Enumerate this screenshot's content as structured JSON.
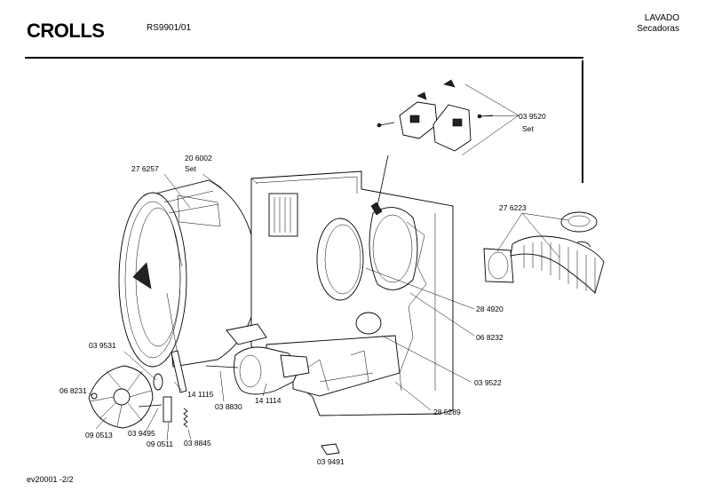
{
  "header": {
    "brand": "CROLLS",
    "model": "RS9901/01",
    "category_line1": "LAVADO",
    "category_line2": "Secadoras"
  },
  "footer": {
    "code": "ev20001  -2/2"
  },
  "labels": {
    "p039520": "03 9520",
    "p039520_set": "Set",
    "p276257": "27 6257",
    "p206002": "20 6002",
    "p206002_set": "Set",
    "p276223": "27 6223",
    "p284920": "28 4920",
    "p068232": "06 8232",
    "p039522": "03 9522",
    "p285289": "28 5289",
    "p039531": "03 9531",
    "p068231": "06 8231",
    "p141115": "14 1115",
    "p038830": "03 8830",
    "p141114": "14 1114",
    "p090513": "09 0513",
    "p039495": "03 9495",
    "p090511": "09 0511",
    "p038845": "03 8845",
    "p039491": "03 9491"
  }
}
